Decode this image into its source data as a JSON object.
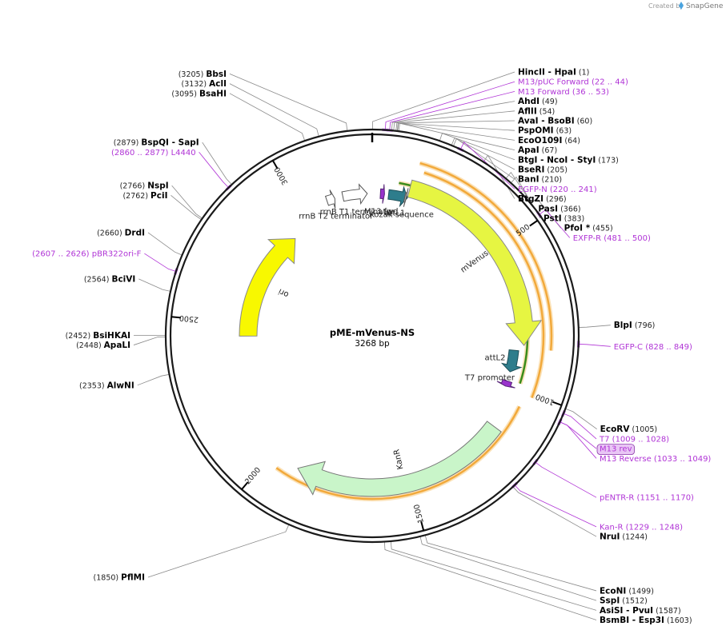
{
  "app": {
    "credit_prefix": "Created by",
    "credit_brand": "SnapGene"
  },
  "plasmid": {
    "name": "pME-mVenus-NS",
    "length": "3268 bp",
    "total_bp": 3268
  },
  "ticks": [
    {
      "bp": 500,
      "label": "500"
    },
    {
      "bp": 1000,
      "label": "1000"
    },
    {
      "bp": 1500,
      "label": "1500"
    },
    {
      "bp": 2000,
      "label": "2000"
    },
    {
      "bp": 2500,
      "label": "2500"
    },
    {
      "bp": 3000,
      "label": "3000"
    }
  ],
  "sites": [
    {
      "name": "HincII",
      "name2": "HpaI",
      "pos": "(1)",
      "bp": 1,
      "side": "right"
    },
    {
      "name": "BbsI",
      "pos": "(3205)",
      "bp": 3205,
      "side": "left"
    },
    {
      "name": "AclI",
      "pos": "(3132)",
      "bp": 3132,
      "side": "left"
    },
    {
      "name": "BsaHI",
      "pos": "(3095)",
      "bp": 3095,
      "side": "left"
    },
    {
      "name": "AhdI",
      "pos": "(49)",
      "bp": 49,
      "side": "right"
    },
    {
      "name": "AflII",
      "pos": "(54)",
      "bp": 54,
      "side": "right"
    },
    {
      "name": "AvaI",
      "name2": "BsoBI",
      "pos": "(60)",
      "bp": 60,
      "side": "right"
    },
    {
      "name": "PspOMI",
      "pos": "(63)",
      "bp": 63,
      "side": "right"
    },
    {
      "name": "EcoO109I",
      "pos": "(64)",
      "bp": 64,
      "side": "right"
    },
    {
      "name": "ApaI",
      "pos": "(67)",
      "bp": 67,
      "side": "right"
    },
    {
      "name": "BtgI",
      "name2": "NcoI",
      "name3": "StyI",
      "pos": "(173)",
      "bp": 173,
      "side": "right"
    },
    {
      "name": "BseRI",
      "pos": "(205)",
      "bp": 205,
      "side": "right"
    },
    {
      "name": "BanI",
      "pos": "(210)",
      "bp": 210,
      "side": "right"
    },
    {
      "name": "BtgZI",
      "pos": "(296)",
      "bp": 296,
      "side": "right"
    },
    {
      "name": "PasI",
      "pos": "(366)",
      "bp": 366,
      "side": "right"
    },
    {
      "name": "PstI",
      "pos": "(383)",
      "bp": 383,
      "side": "right"
    },
    {
      "name": "PfoI *",
      "pos": "(455)",
      "bp": 455,
      "side": "right"
    },
    {
      "name": "BlpI",
      "pos": "(796)",
      "bp": 796,
      "side": "right"
    },
    {
      "name": "EcoRV",
      "pos": "(1005)",
      "bp": 1005,
      "side": "right"
    },
    {
      "name": "NruI",
      "pos": "(1244)",
      "bp": 1244,
      "side": "right"
    },
    {
      "name": "EcoNI",
      "pos": "(1499)",
      "bp": 1499,
      "side": "right"
    },
    {
      "name": "SspI",
      "pos": "(1512)",
      "bp": 1512,
      "side": "right"
    },
    {
      "name": "AsiSI",
      "name2": "PvuI",
      "pos": "(1587)",
      "bp": 1587,
      "side": "right"
    },
    {
      "name": "BsmBI",
      "name2": "Esp3I",
      "pos": "(1603)",
      "bp": 1603,
      "side": "left"
    },
    {
      "name": "PflMI",
      "pos": "(1850)",
      "bp": 1850,
      "side": "left"
    },
    {
      "name": "AlwNI",
      "pos": "(2353)",
      "bp": 2353,
      "side": "left"
    },
    {
      "name": "ApaLI",
      "pos": "(2448)",
      "bp": 2448,
      "side": "left"
    },
    {
      "name": "BsiHKAI",
      "pos": "(2452)",
      "bp": 2452,
      "side": "left"
    },
    {
      "name": "BciVI",
      "pos": "(2564)",
      "bp": 2564,
      "side": "left"
    },
    {
      "name": "DrdI",
      "pos": "(2660)",
      "bp": 2660,
      "side": "left"
    },
    {
      "name": "PciI",
      "pos": "(2762)",
      "bp": 2762,
      "side": "left"
    },
    {
      "name": "NspI",
      "pos": "(2766)",
      "bp": 2766,
      "side": "left"
    },
    {
      "name": "BspQI",
      "name2": "SapI",
      "pos": "(2879)",
      "bp": 2879,
      "side": "left"
    }
  ],
  "primers": [
    {
      "name": "M13/pUC Forward",
      "range": "(22 .. 44)",
      "bp": 33
    },
    {
      "name": "M13 Forward",
      "range": "(36 .. 53)",
      "bp": 44
    },
    {
      "name": "EGFP-N",
      "range": "(220 .. 241)",
      "bp": 230
    },
    {
      "name": "EXFP-R",
      "range": "(481 .. 500)",
      "bp": 490
    },
    {
      "name": "EGFP-C",
      "range": "(828 .. 849)",
      "bp": 838
    },
    {
      "name": "T7",
      "range": "(1009 .. 1028)",
      "bp": 1018
    },
    {
      "name": "M13 rev",
      "range": "",
      "bp": 1041,
      "boxed": true
    },
    {
      "name": "M13 Reverse",
      "range": "(1033 .. 1049)",
      "bp": 1041
    },
    {
      "name": "pENTR-R",
      "range": "(1151 .. 1170)",
      "bp": 1160
    },
    {
      "name": "Kan-R",
      "range": "(1229 .. 1248)",
      "bp": 1238
    },
    {
      "name": "pBR322ori-F",
      "range": "(2607 .. 2626)",
      "bp": 2616
    },
    {
      "name": "L4440",
      "range": "(2860 .. 2877)",
      "bp": 2868
    }
  ],
  "features": [
    {
      "name": "mVenus",
      "start": 130,
      "end": 850,
      "color": "#e6f542",
      "stroke": "#888888"
    },
    {
      "name": "attL1",
      "start": 60,
      "end": 130,
      "color": "#2e7d8c",
      "stroke": "#1d4f58"
    },
    {
      "name": "attL2",
      "start": 870,
      "end": 950,
      "color": "#2e7d8c",
      "stroke": "#1d4f58"
    },
    {
      "name": "KanR",
      "start": 1150,
      "end": 1900,
      "color": "#c9f5c9",
      "stroke": "#777777"
    },
    {
      "name": "ori",
      "start": 2450,
      "end": 2920,
      "color": "#f8f800",
      "stroke": "#888888"
    },
    {
      "name": "M13 fwd",
      "start": 30,
      "end": 45,
      "color": "#9933cc",
      "stroke": "#552277"
    },
    {
      "name": "Kozak sequence",
      "start": 120,
      "end": 126,
      "color": "#aaaaaa",
      "stroke": "#555555"
    },
    {
      "name": "T7 promoter",
      "start": 985,
      "end": 1005,
      "color": "#9933cc",
      "stroke": "#552277"
    },
    {
      "name": "rrnB T1 terminator",
      "start": 3160,
      "end": 3250,
      "color": "#ffffff",
      "stroke": "#555555"
    },
    {
      "name": "rrnB T2 terminator",
      "start": 3100,
      "end": 3130,
      "color": "#ffffff",
      "stroke": "#555555"
    }
  ],
  "orfs": [
    {
      "start": 140,
      "end": 860,
      "color": "#f2a93b"
    },
    {
      "start": 160,
      "end": 1010,
      "color": "#f2a93b"
    },
    {
      "start": 1050,
      "end": 1960,
      "color": "#f2a93b"
    },
    {
      "start": 90,
      "end": 980,
      "color": "#3a8c1a"
    }
  ]
}
